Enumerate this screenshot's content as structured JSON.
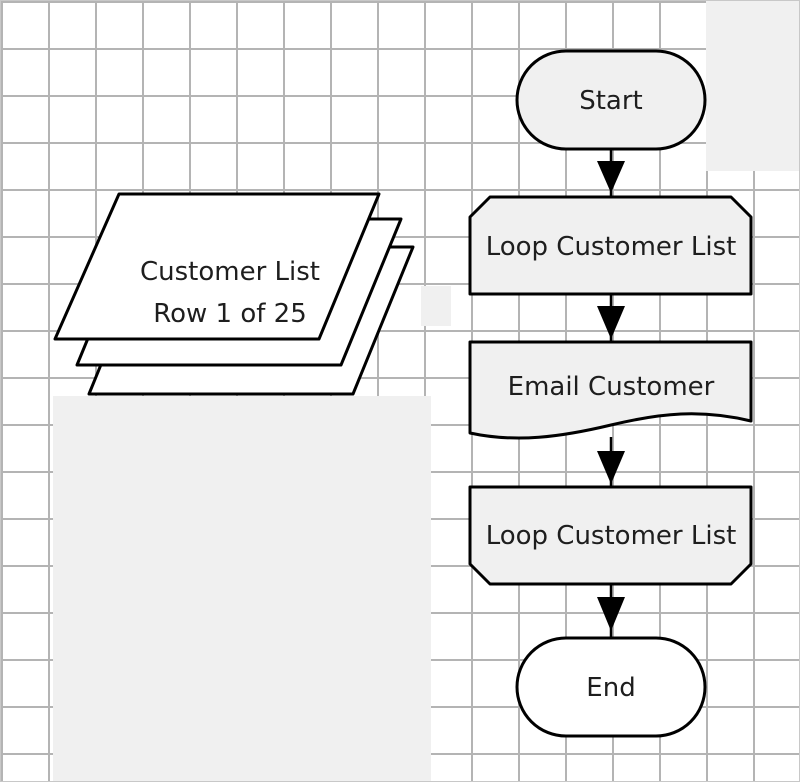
{
  "diagram": {
    "title": "",
    "colors": {
      "grid_line": "#b4b4b4",
      "shape_fill_light": "#f0f0f0",
      "shape_fill_white": "#ffffff",
      "stroke": "#000000",
      "text": "#1e1e1e"
    },
    "data_stack": {
      "line1": "Customer List",
      "line2": "Row 1 of 25"
    },
    "flow": {
      "start": "Start",
      "loop_start": "Loop Customer List",
      "process": "Email Customer",
      "loop_end": "Loop Customer List",
      "end": "End"
    }
  }
}
